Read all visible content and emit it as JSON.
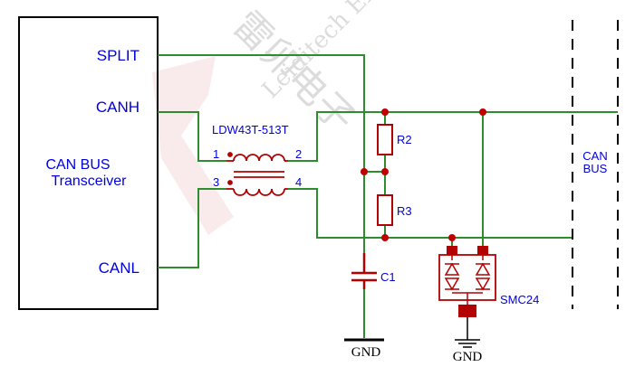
{
  "transceiver": {
    "name_line1": "CAN BUS",
    "name_line2": "Transceiver",
    "pin_split": "SPLIT",
    "pin_canh": "CANH",
    "pin_canl": "CANL"
  },
  "choke": {
    "part": "LDW43T-513T",
    "pin1": "1",
    "pin2": "2",
    "pin3": "3",
    "pin4": "4"
  },
  "resistors": {
    "r2": "R2",
    "r3": "R3"
  },
  "capacitor": {
    "c1": "C1"
  },
  "tvs": {
    "part": "SMC24"
  },
  "ground": {
    "gnd1": "GND",
    "gnd2": "GND"
  },
  "bus": {
    "line1": "CAN",
    "line2": "BUS"
  },
  "watermark": {
    "latin": "Leiditech Electronic",
    "cjk": "雷卯电子"
  },
  "colors": {
    "wire": "#2e8b2e",
    "component": "#b30000",
    "label": "#0000e0",
    "junction": "#c00000"
  }
}
